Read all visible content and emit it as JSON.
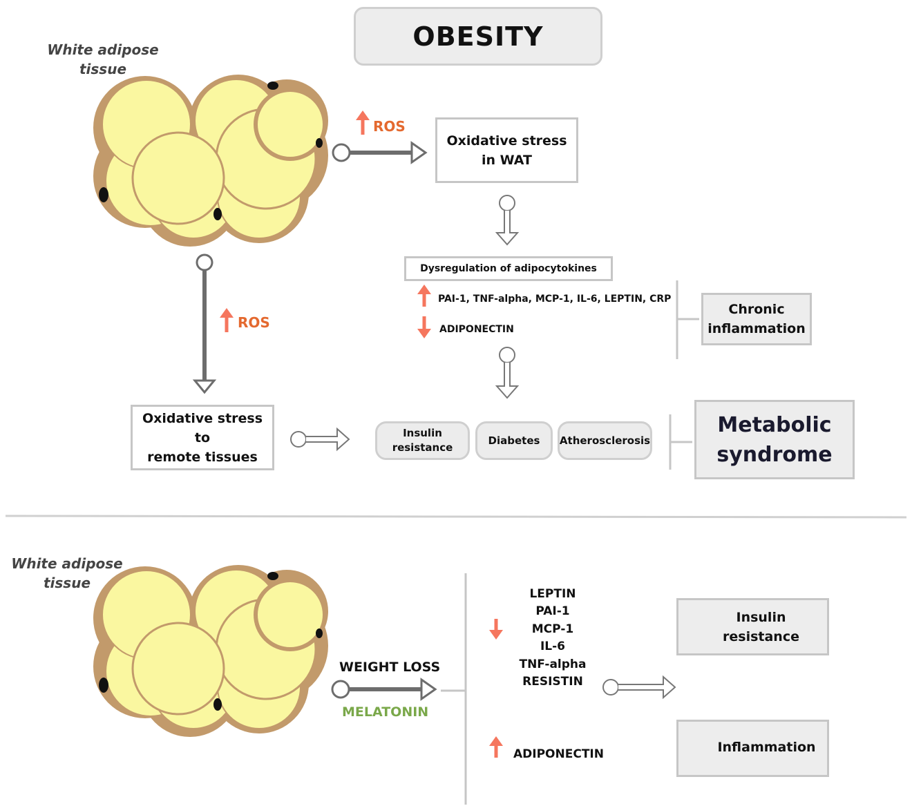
{
  "title": "OBESITY",
  "top": {
    "wat_label": "White adipose\ntissue",
    "ros_label_1": "ROS",
    "ros_label_2": "ROS",
    "oxidative_wat": "Oxidative stress\nin WAT",
    "dysregulation": "Dysregulation of adipocytokines",
    "up_markers": "PAI-1, TNF-alpha, MCP-1, IL-6, LEPTIN, CRP",
    "down_markers": "ADIPONECTIN",
    "chronic_inflammation": "Chronic\ninflammation",
    "oxidative_remote": "Oxidative stress to\nremote tissues",
    "conditions": [
      "Insulin\nresistance",
      "Diabetes",
      "Atherosclerosis"
    ],
    "metabolic_syndrome": "Metabolic\nsyndrome"
  },
  "bottom": {
    "wat_label": "White adipose\ntissue",
    "weight_loss": "WEIGHT LOSS",
    "melatonin": "MELATONIN",
    "decreased_markers": [
      "LEPTIN",
      "PAI-1",
      "MCP-1",
      "IL-6",
      "TNF-alpha",
      "RESISTIN"
    ],
    "increased_marker": "ADIPONECTIN",
    "outcomes": [
      "Insulin\nresistance",
      "Inflammation"
    ]
  },
  "colors": {
    "cell_fill": "#faf7a0",
    "cell_membrane": "#c29a6b",
    "up_arrow": "#f5765e",
    "melatonin": "#7aa84a",
    "ros_text": "#e4692f"
  }
}
